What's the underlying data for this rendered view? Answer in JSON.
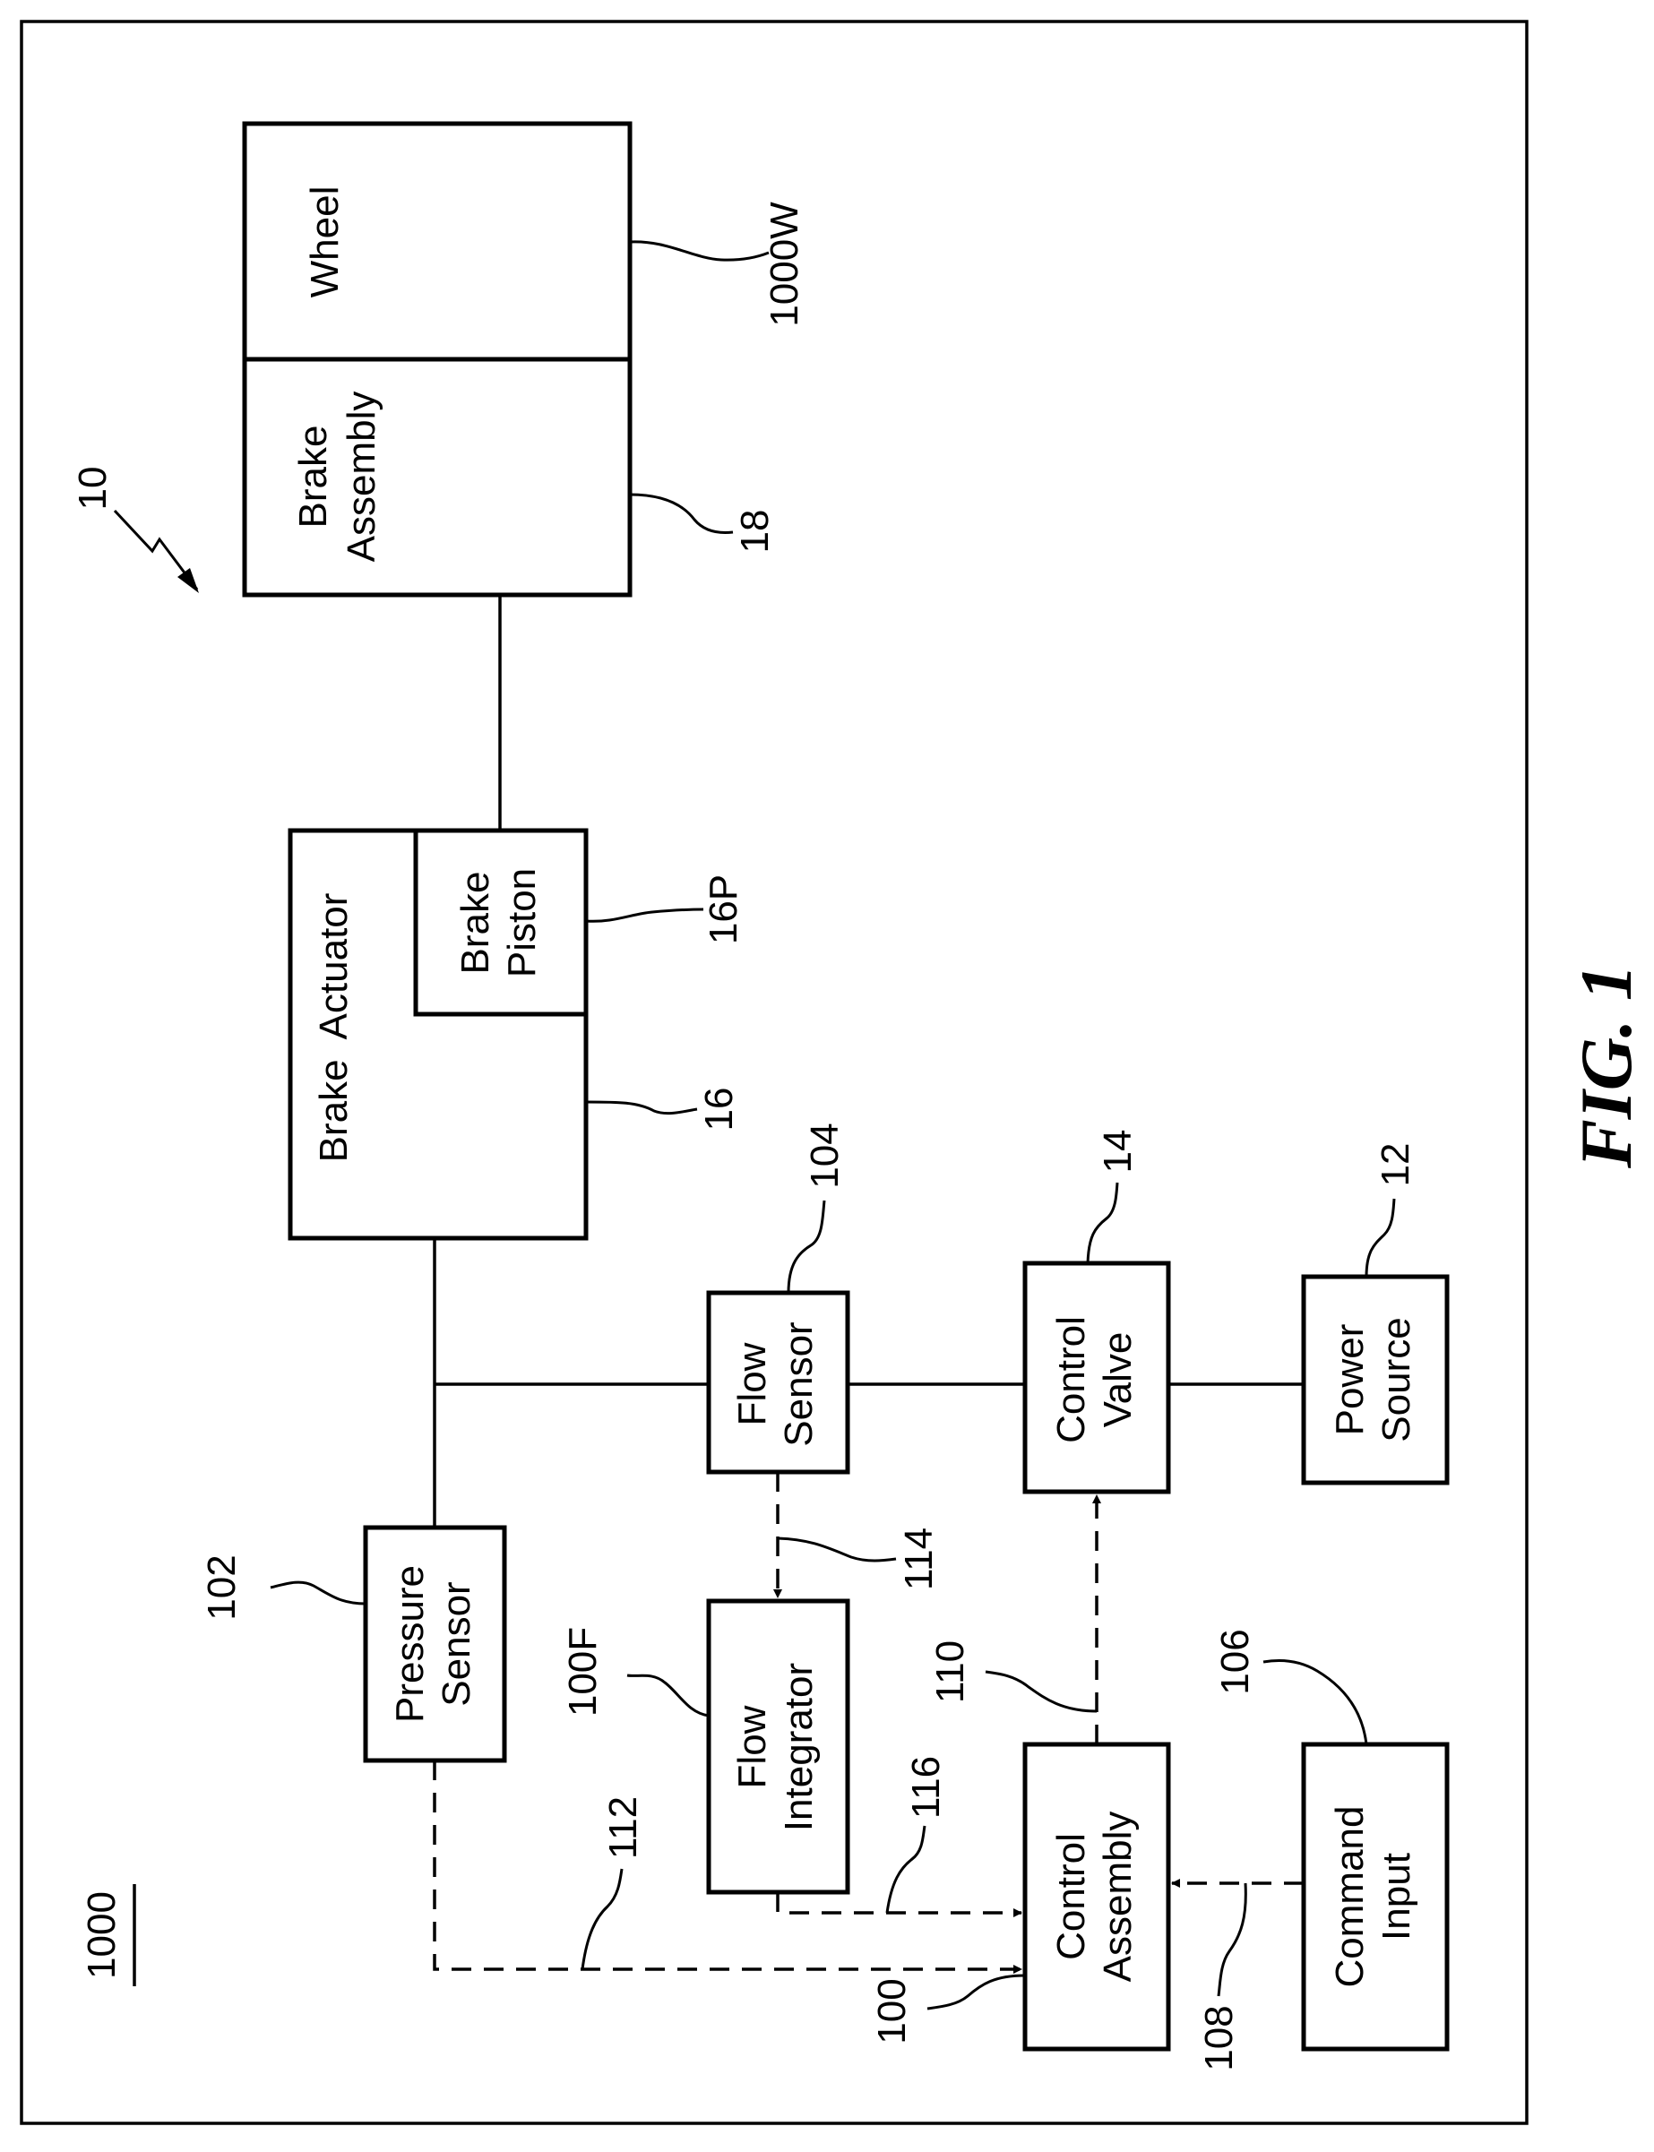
{
  "figure_label": "FIG. 1",
  "system_ref": "1000",
  "assembly_ref": "10",
  "blocks": {
    "wheel": {
      "lines": [
        "Wheel"
      ],
      "ref": "1000W"
    },
    "brake_assembly": {
      "lines": [
        "Brake",
        "Assembly"
      ],
      "ref": "18"
    },
    "brake_actuator": {
      "lines": [
        "Brake  Actuator"
      ],
      "ref": "16"
    },
    "brake_piston": {
      "lines": [
        "Brake",
        "Piston"
      ],
      "ref": "16P"
    },
    "flow_sensor": {
      "lines": [
        "Flow",
        "Sensor"
      ],
      "ref": "104"
    },
    "control_valve": {
      "lines": [
        "Control",
        "Valve"
      ],
      "ref": "14"
    },
    "power_source": {
      "lines": [
        "Power",
        "Source"
      ],
      "ref": "12"
    },
    "pressure_sensor": {
      "lines": [
        "Pressure",
        "Sensor"
      ],
      "ref": "102"
    },
    "flow_integrator": {
      "lines": [
        "Flow",
        "Integrator"
      ],
      "ref": "100F"
    },
    "control_assembly": {
      "lines": [
        "Control",
        "Assembly"
      ],
      "ref": "100"
    },
    "command_input": {
      "lines": [
        "Command",
        "Input"
      ],
      "ref": "106"
    }
  },
  "signal_refs": {
    "pressure_to_control": "112",
    "flow_to_integrator": "114",
    "integrator_to_control": "116",
    "control_to_valve": "110",
    "command_to_control": "108"
  }
}
